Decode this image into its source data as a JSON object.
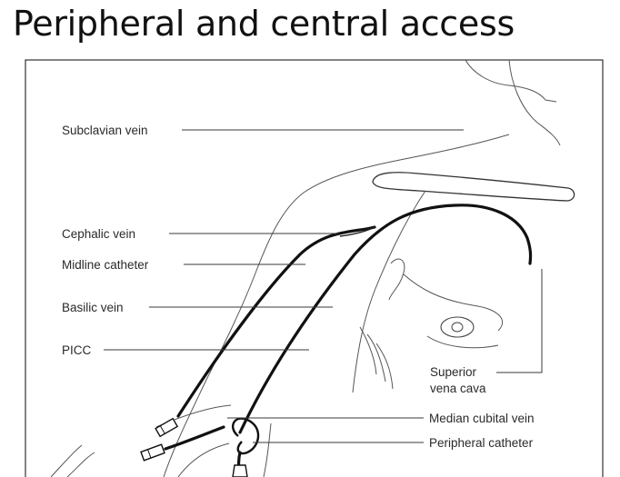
{
  "title": "Peripheral and central access",
  "labels": {
    "subclavian_vein": "Subclavian vein",
    "cephalic_vein": "Cephalic vein",
    "midline_catheter": "Midline catheter",
    "basilic_vein": "Basilic vein",
    "picc": "PICC",
    "superior_vena_cava_line1": "Superior",
    "superior_vena_cava_line2": "vena cava",
    "median_cubital_vein": "Median cubital vein",
    "peripheral_catheter": "Peripheral catheter"
  }
}
